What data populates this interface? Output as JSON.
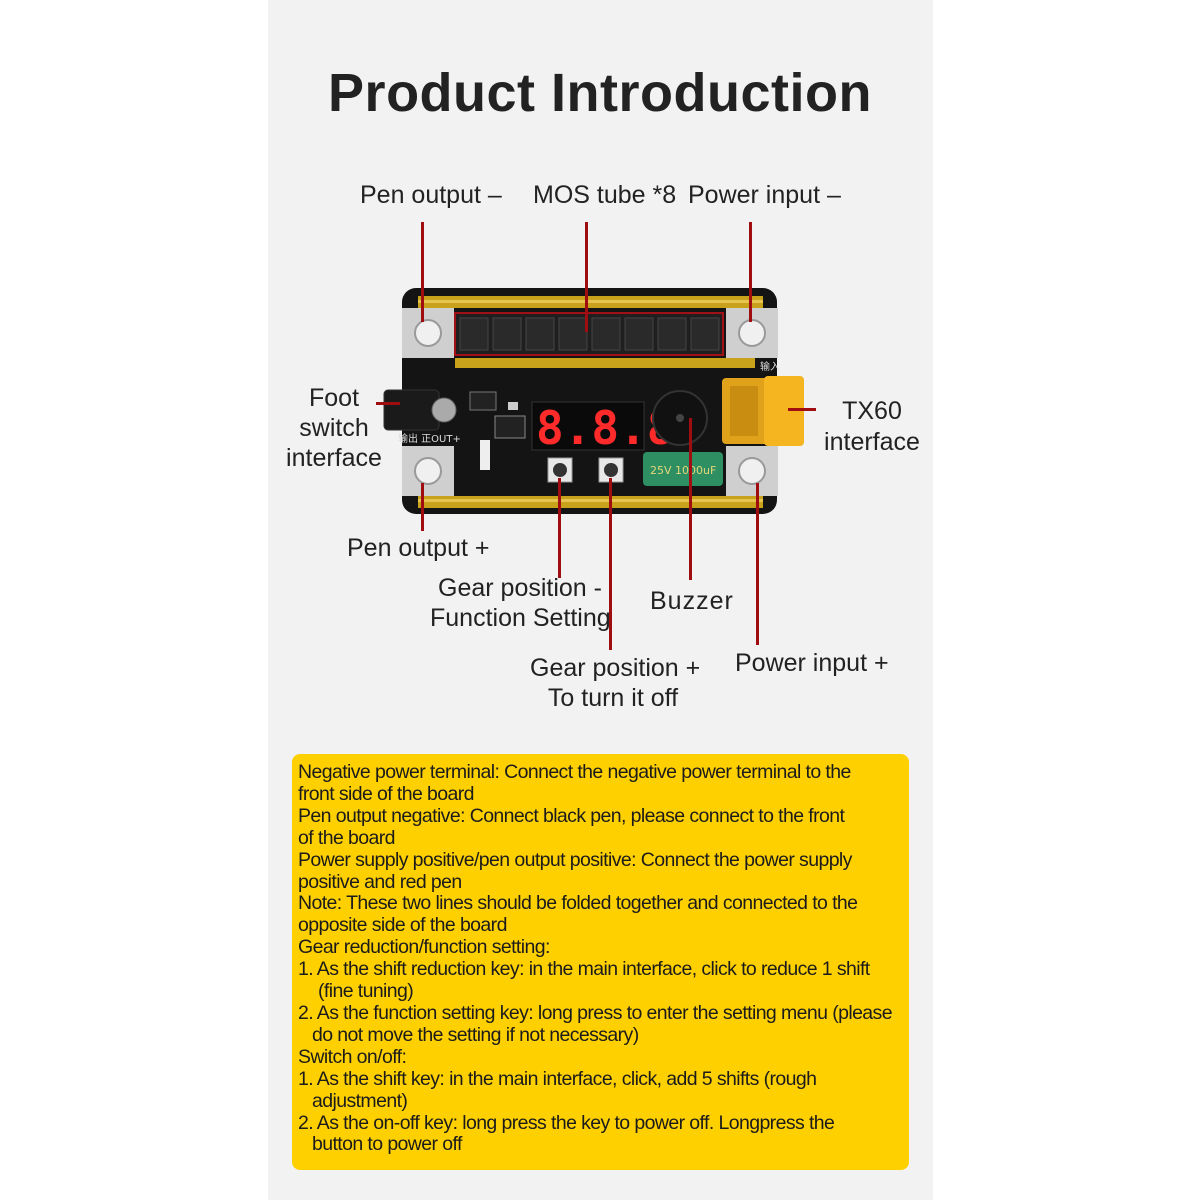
{
  "title": "Product Introduction",
  "labels": {
    "pen_output_neg": "Pen output  –",
    "mos_tube": "MOS tube *8",
    "power_input_neg": "Power input  –",
    "foot_switch": [
      "Foot",
      "switch",
      "interface"
    ],
    "tx60": [
      "TX60",
      "interface"
    ],
    "pen_output_pos": "Pen output +",
    "gear_minus": [
      "Gear position -",
      "Function Setting"
    ],
    "buzzer": "Buzzer",
    "gear_plus": [
      "Gear position +",
      "To turn it off"
    ],
    "power_input_pos": "Power input +"
  },
  "board": {
    "display_digits": "8.8.8.",
    "capacitor_text": "25V 1000uF",
    "silkscreen_in": "输入",
    "silkscreen_out": "输出 正OUT+"
  },
  "colors": {
    "leader_line": "#a00d10",
    "info_box": "#ffd000",
    "board": "#141414",
    "rail": "#c9a21c"
  },
  "info_lines": [
    "Negative power terminal: Connect the negative power terminal to the",
    "front side of the board",
    "Pen output negative: Connect black pen, please connect to the front",
    "of the board",
    "Power supply positive/pen output positive: Connect the power supply",
    "positive and red pen",
    "Note: These two lines should be folded together and connected to the",
    " opposite side of the board",
    "Gear reduction/function setting:",
    "1. As the shift reduction key: in the main interface, click to reduce 1 shift",
    "(fine tuning)",
    "2. As the function setting key: long press to enter the setting menu (please",
    "do not move the setting if not necessary)",
    "Switch on/off:",
    "1. As the shift key: in the main interface, click, add 5 shifts  (rough",
    "adjustment)",
    "2. As the on-off key: long press the key to power off. Longpress the",
    "button to power off"
  ]
}
